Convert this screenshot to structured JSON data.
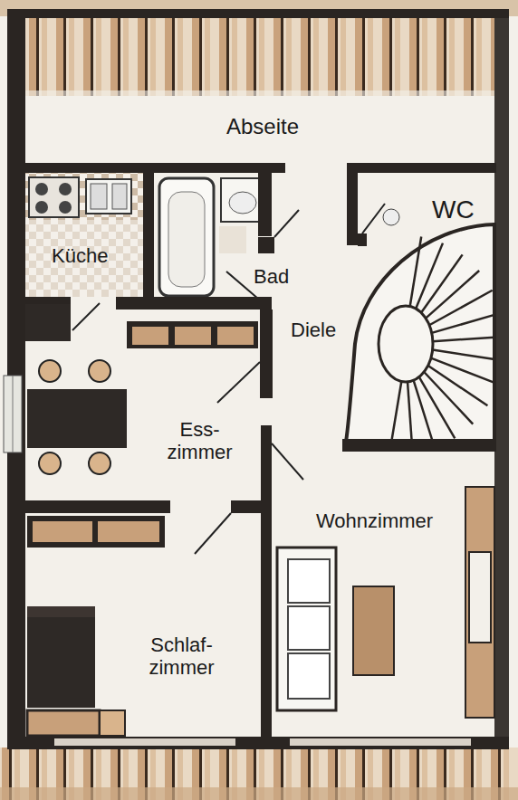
{
  "diagram": {
    "labels": [
      "Abseite",
      "Küche",
      "WC",
      "Bad",
      "Diele",
      "Ess- zimmer",
      "Wohnzimmer",
      "Schlaf- zimmer"
    ]
  }
}
